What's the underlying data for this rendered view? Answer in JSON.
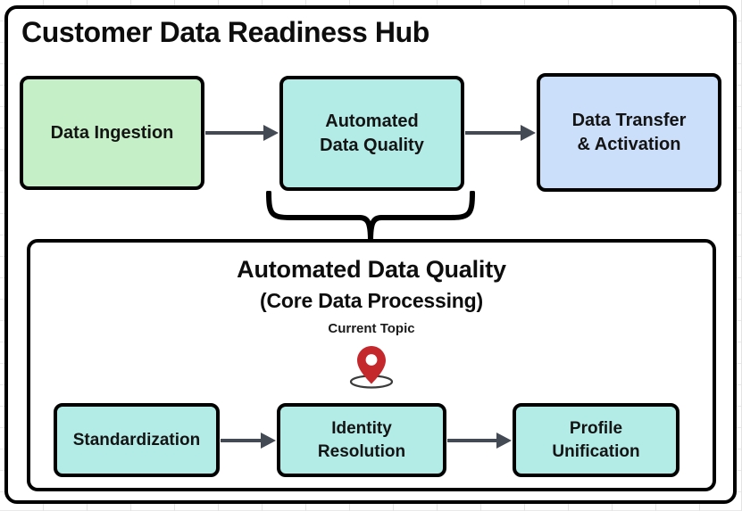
{
  "title": "Customer Data Readiness Hub",
  "colors": {
    "ingestion_fill": "#c5efc6",
    "quality_fill": "#b3ece6",
    "transfer_fill": "#cbdefa",
    "border": "#000000",
    "arrow": "#434a54",
    "pin": "#c4282c",
    "text": "#0d0d0d"
  },
  "pipeline": {
    "nodes": [
      {
        "id": "data-ingestion",
        "label": "Data Ingestion",
        "line1": "Data Ingestion",
        "line2": ""
      },
      {
        "id": "automated-data-quality",
        "label": "Automated Data Quality",
        "line1": "Automated",
        "line2": "Data Quality"
      },
      {
        "id": "data-transfer-activation",
        "label": "Data Transfer & Activation",
        "line1": "Data Transfer",
        "line2": "& Activation"
      }
    ],
    "arrows": [
      {
        "id": "ingestion-to-quality",
        "from": "data-ingestion",
        "to": "automated-data-quality"
      },
      {
        "id": "quality-to-transfer",
        "from": "automated-data-quality",
        "to": "data-transfer-activation"
      }
    ]
  },
  "panel": {
    "title": "Automated Data Quality",
    "subtitle": "(Core Data Processing)",
    "current_topic_label": "Current Topic",
    "marker_icon": "map-pin-icon",
    "steps": [
      {
        "id": "standardization",
        "label": "Standardization",
        "line1": "Standardization",
        "line2": ""
      },
      {
        "id": "identity-resolution",
        "label": "Identity Resolution",
        "line1": "Identity",
        "line2": "Resolution"
      },
      {
        "id": "profile-unification",
        "label": "Profile Unification",
        "line1": "Profile",
        "line2": "Unification"
      }
    ],
    "arrows": [
      {
        "id": "standardization-to-identity",
        "from": "standardization",
        "to": "identity-resolution"
      },
      {
        "id": "identity-to-profile",
        "from": "identity-resolution",
        "to": "profile-unification"
      }
    ],
    "brace_icon": "curly-brace-icon"
  }
}
